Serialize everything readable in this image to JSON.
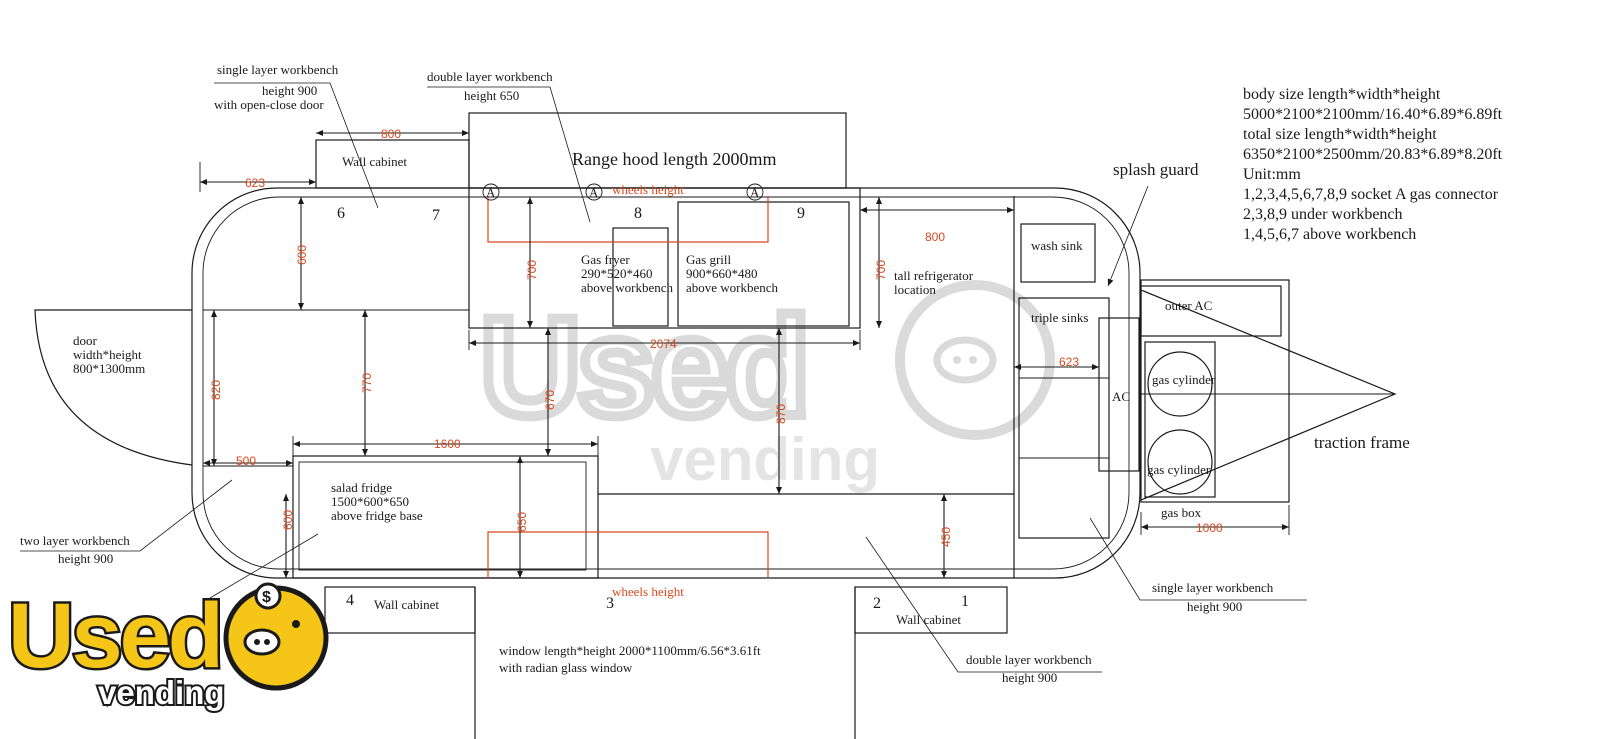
{
  "labels": {
    "single_layer_top": "single layer workbench",
    "single_layer_top_h": "height 900",
    "single_layer_top_door": "with open-close door",
    "double_layer_top": "double layer workbench",
    "double_layer_top_h": "height 650",
    "wall_cabinet_top": "Wall cabinet",
    "range_hood": "Range hood length 2000mm",
    "wheels_height_top": "wheels height",
    "wheels_height_bottom": "wheels height",
    "gas_fryer": "Gas fryer",
    "gas_fryer_size": "290*520*460",
    "gas_fryer_pos": "above workbench",
    "gas_grill": "Gas grill",
    "gas_grill_size": "900*660*480",
    "gas_grill_pos": "above workbench",
    "tall_fridge_1": "tall refrigerator",
    "tall_fridge_2": "location",
    "splash_guard": "splash guard",
    "wash_sink": "wash sink",
    "triple_sinks": "triple sinks",
    "outer_ac": "outer AC",
    "ac": "AC",
    "gas_cylinder_1": "gas cylinder",
    "gas_cylinder_2": "gas cylinder",
    "gas_box": "gas box",
    "traction_frame": "traction frame",
    "door_1": "door",
    "door_2": "width*height",
    "door_3": "800*1300mm",
    "salad_fridge": "salad fridge",
    "salad_fridge_size": "1500*600*650",
    "salad_fridge_pos": "above fridge base",
    "two_layer": "two layer workbench",
    "two_layer_h": "height 900",
    "wall_cabinet_left": "Wall cabinet",
    "wall_cabinet_right": "Wall cabinet",
    "window_1": "window length*height 2000*1100mm/6.56*3.61ft",
    "window_2": "with radian glass window",
    "double_layer_bottom": "double layer workbench",
    "double_layer_bottom_h": "height 900",
    "single_layer_right": "single layer workbench",
    "single_layer_right_h": "height 900"
  },
  "sockets": {
    "n1": "1",
    "n2": "2",
    "n3": "3",
    "n4": "4",
    "n6": "6",
    "n7": "7",
    "n8": "8",
    "n9": "9",
    "a": "A"
  },
  "dimensions": {
    "d623_top": "623",
    "d800_top": "800",
    "d600_left": "600",
    "d700_a": "700",
    "d700_b": "700",
    "d800_right": "800",
    "d2074": "2074",
    "d820": "820",
    "d770": "770",
    "d670": "670",
    "d870": "870",
    "d623_right": "623",
    "d500": "500",
    "d1600": "1600",
    "d650": "650",
    "d600_bottom": "600",
    "d450": "450",
    "d1000": "1000"
  },
  "specs": {
    "line1": "body size length*width*height",
    "line2": "5000*2100*2100mm/16.40*6.89*6.89ft",
    "line3": "total size length*width*height",
    "line4": "6350*2100*2500mm/20.83*6.89*8.20ft",
    "line5": "Unit:mm",
    "line6": "1,2,3,4,5,6,7,8,9 socket A gas connector",
    "line7": "2,3,8,9 under workbench",
    "line8": "1,4,5,6,7 above workbench"
  },
  "watermark": {
    "word1": "Used",
    "word2": "vending",
    "badge": "$"
  },
  "colors": {
    "line": "#1a1a1a",
    "dimension": "#d9481e",
    "watermark": "#c9c9c9",
    "logo_yellow": "#f5c518",
    "logo_outline": "#1a1a1a"
  }
}
